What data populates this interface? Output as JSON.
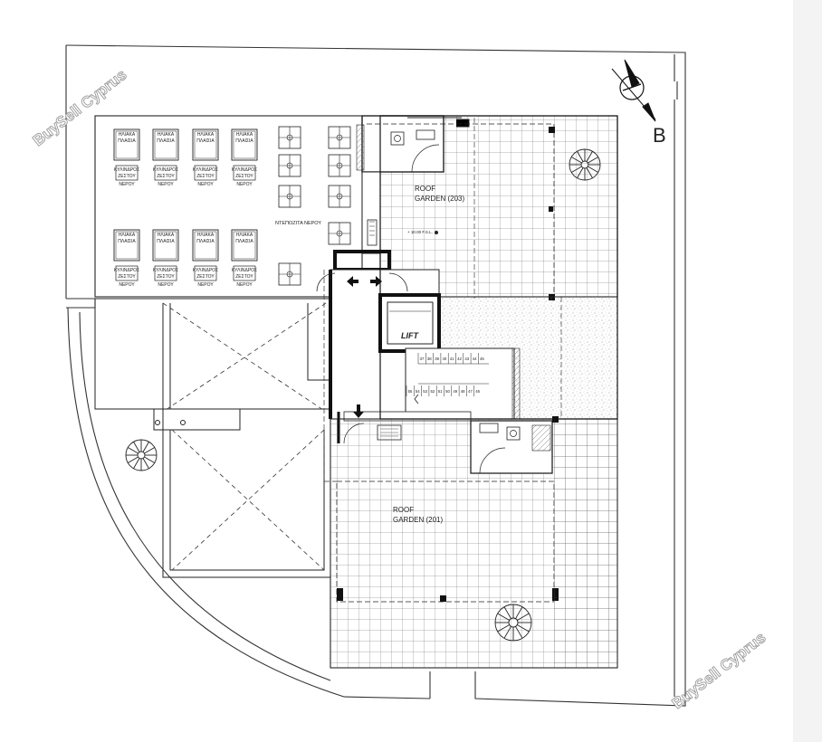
{
  "watermark": {
    "text": "BuySell Cyprus"
  },
  "compass": {
    "letter": "B"
  },
  "labels": {
    "roof_garden_203": [
      "ROOF",
      "GARDEN (203)"
    ],
    "roof_garden_201": [
      "ROOF",
      "GARDEN (201)"
    ],
    "lift": "LIFT",
    "water_tanks": "ΝΤΕΠΟΖΙΤΑ ΝΕΡΟΥ",
    "level": "+ 10.00 F.S.L.",
    "solar_panel": [
      "ΗΛΙΑΚΑ",
      "ΠΛΑΙΣΙΑ"
    ],
    "water_cylinder": [
      "ΚΥΛΙΝΔΡΟΣ",
      "ΖΕΣΤΟΥ",
      "ΝΕΡΟΥ"
    ]
  },
  "stairs": {
    "upper_steps": [
      "37",
      "38",
      "39",
      "40",
      "41",
      "42",
      "43",
      "44",
      "45"
    ],
    "lower_steps": [
      "55",
      "54",
      "53",
      "52",
      "51",
      "50",
      "49",
      "48",
      "47",
      "46"
    ]
  },
  "colors": {
    "line": "#222222",
    "sidebar": "#f3f3f3",
    "watermark_outline": "#9a9a9a"
  }
}
